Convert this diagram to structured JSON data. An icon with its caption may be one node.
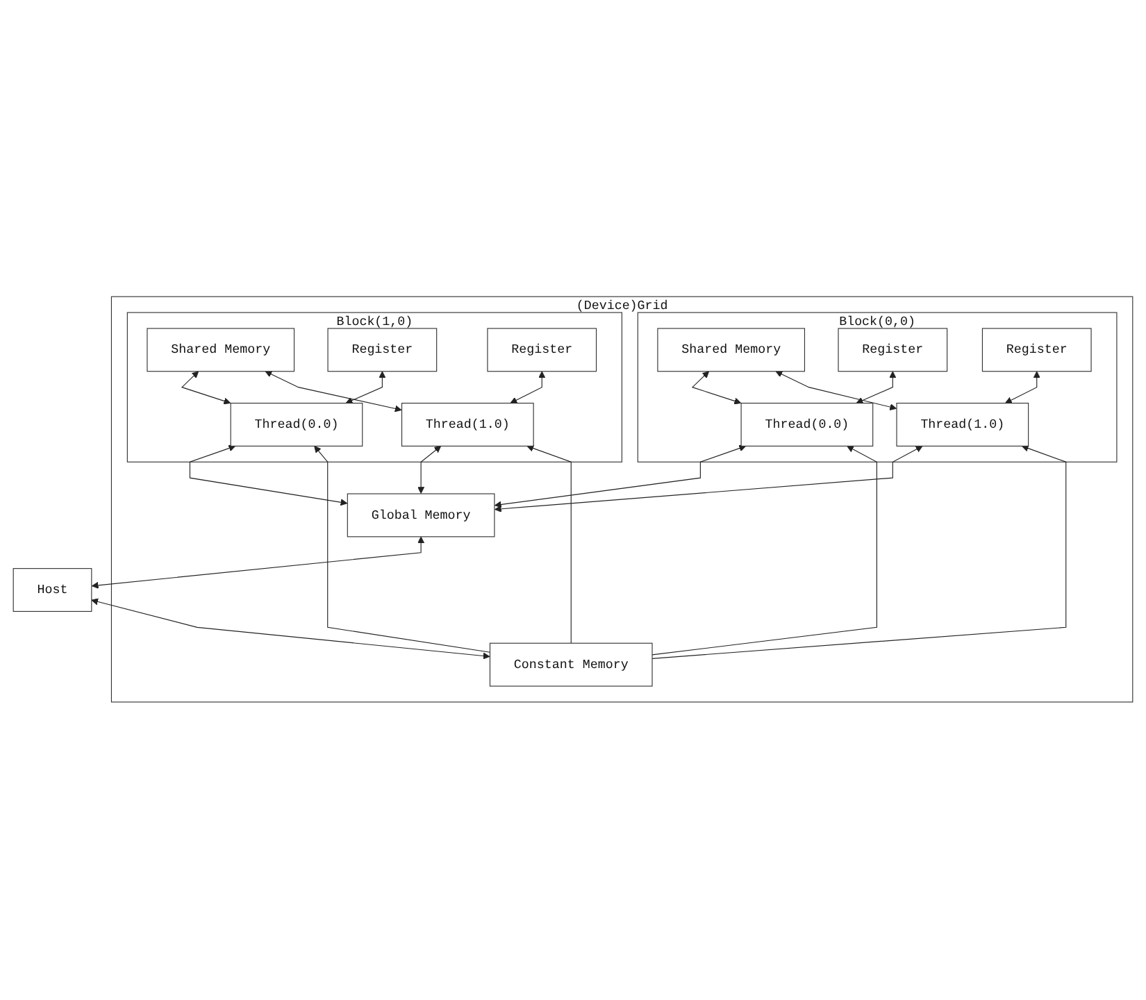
{
  "diagram": {
    "nodes": [
      {
        "text": [
          "(Device)Grid"
        ]
      },
      {
        "text": [
          "Block(0,0)"
        ],
        "in": 0
      },
      {
        "text": [
          "Shared Memory"
        ],
        "in": 1
      },
      {
        "text": [
          "Register"
        ],
        "in": 1
      },
      {
        "text": [
          "Register"
        ],
        "in": 1
      },
      {
        "text": [
          "Thread(0.0)"
        ],
        "in": 1
      },
      {
        "text": [
          "Thread(1.0)"
        ],
        "in": 1
      },
      {
        "text": [
          "Block(1,0)"
        ],
        "in": 0
      },
      {
        "text": [
          "Shared Memory"
        ],
        "in": 7
      },
      {
        "text": [
          "Register"
        ],
        "in": 7
      },
      {
        "text": [
          "Register"
        ],
        "in": 7
      },
      {
        "text": [
          "Thread(0.0)"
        ],
        "in": 7
      },
      {
        "text": [
          "Thread(1.0)"
        ],
        "in": 7
      },
      {
        "text": [
          "Global Memory"
        ],
        "in": 0
      },
      {
        "text": [
          "Constant Memory"
        ],
        "in": 0
      },
      {
        "text": [
          "Host"
        ]
      }
    ],
    "edges": [
      {
        "from": 5,
        "to": 3,
        "arrow": "both"
      },
      {
        "from": 5,
        "to": 2,
        "arrow": "both"
      },
      {
        "from": 6,
        "to": 4,
        "arrow": "both"
      },
      {
        "from": 6,
        "to": 2,
        "arrow": "both"
      },
      {
        "from": 11,
        "to": 9,
        "arrow": "both"
      },
      {
        "from": 11,
        "to": 8,
        "arrow": "both"
      },
      {
        "from": 12,
        "to": 10,
        "arrow": "both"
      },
      {
        "from": 12,
        "to": 8,
        "arrow": "both"
      },
      {
        "from": 13,
        "to": 5,
        "arrow": "both"
      },
      {
        "from": 14,
        "to": 5,
        "arrow": "to"
      },
      {
        "from": 13,
        "to": 6,
        "arrow": "both"
      },
      {
        "from": 14,
        "to": 6,
        "arrow": "to"
      },
      {
        "from": 13,
        "to": 11,
        "arrow": "both"
      },
      {
        "from": 14,
        "to": 11,
        "arrow": "to"
      },
      {
        "from": 13,
        "to": 12,
        "arrow": "both"
      },
      {
        "from": 14,
        "to": 12,
        "arrow": "to"
      },
      {
        "from": 15,
        "to": 13,
        "arrow": "both"
      },
      {
        "from": 14,
        "to": 15,
        "arrow": "both"
      }
    ]
  }
}
